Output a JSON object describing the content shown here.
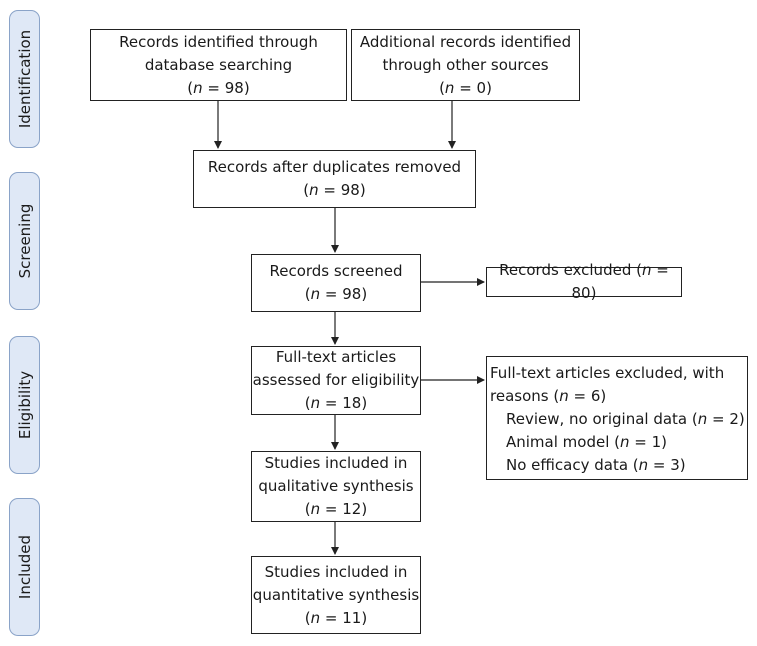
{
  "stages": {
    "identification": "Identification",
    "screening": "Screening",
    "eligibility": "Eligibility",
    "included": "Included"
  },
  "boxes": {
    "db_search": {
      "line1": "Records identified through",
      "line2": "database searching",
      "n_open": "(",
      "n_var": "n",
      "n_rest": " = 98)"
    },
    "other_sources": {
      "line1": "Additional records identified",
      "line2": "through other sources",
      "n_open": "(",
      "n_var": "n",
      "n_rest": " = 0)"
    },
    "duplicates": {
      "line1": "Records after duplicates removed",
      "n_open": "(",
      "n_var": "n",
      "n_rest": " = 98)"
    },
    "screened": {
      "line1": "Records screened",
      "n_open": "(",
      "n_var": "n",
      "n_rest": " = 98)"
    },
    "excluded": {
      "text": "Records excluded (",
      "n_var": "n",
      "n_rest": " = 80)"
    },
    "fulltext": {
      "line1": "Full-text articles",
      "line2": "assessed for eligibility",
      "n_open": "(",
      "n_var": "n",
      "n_rest": " = 18)"
    },
    "fulltext_excluded": {
      "line1": "Full-text articles excluded, with",
      "line2_text": "reasons (",
      "line2_var": "n",
      "line2_rest": " = 6)",
      "reasons": [
        {
          "text": "Review, no original data (",
          "var": "n",
          "rest": " = 2)"
        },
        {
          "text": "Animal model (",
          "var": "n",
          "rest": " = 1)"
        },
        {
          "text": "No efficacy data (",
          "var": "n",
          "rest": " = 3)"
        }
      ]
    },
    "qualitative": {
      "line1": "Studies included in",
      "line2": "qualitative synthesis",
      "n_open": "(",
      "n_var": "n",
      "n_rest": " = 12)"
    },
    "quantitative": {
      "line1": "Studies included in",
      "line2": "quantitative synthesis",
      "n_open": "(",
      "n_var": "n",
      "n_rest": " = 11)"
    }
  }
}
